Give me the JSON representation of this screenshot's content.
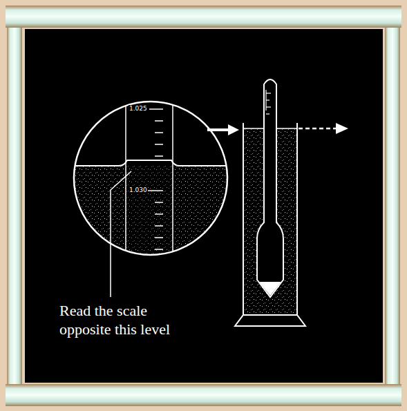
{
  "diagram": {
    "labels": [
      "1.025",
      "1.030",
      "Read the scale opposite this level"
    ]
  }
}
